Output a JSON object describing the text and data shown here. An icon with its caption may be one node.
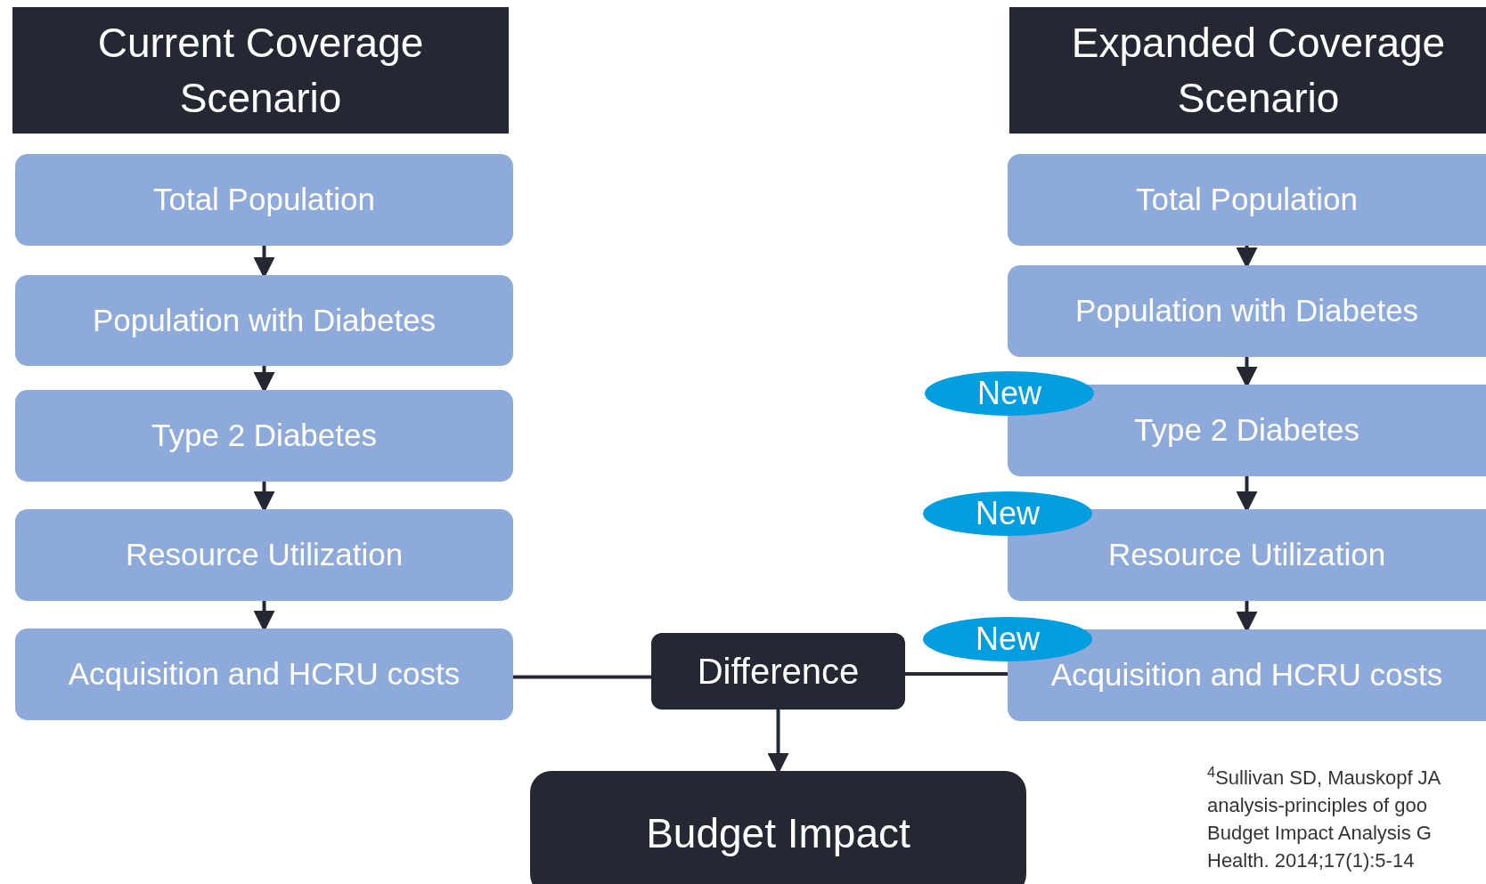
{
  "diagram": {
    "nodes": [
      {
        "text": [
          "Current Coverage Scenario"
        ]
      },
      {
        "text": [
          "Total Population"
        ]
      },
      {
        "text": [
          "Population with Diabetes"
        ]
      },
      {
        "text": [
          "Type 2 Diabetes"
        ]
      },
      {
        "text": [
          "Resource Utilization"
        ]
      },
      {
        "text": [
          "Acquisition and HCRU costs"
        ]
      },
      {
        "text": [
          "Expanded Coverage Scenario"
        ]
      },
      {
        "text": [
          "Total Population"
        ]
      },
      {
        "text": [
          "Population with Diabetes"
        ]
      },
      {
        "text": [
          "New"
        ]
      },
      {
        "text": [
          "Type 2 Diabetes"
        ]
      },
      {
        "text": [
          "New"
        ]
      },
      {
        "text": [
          "Resource Utilization"
        ]
      },
      {
        "text": [
          "New"
        ]
      },
      {
        "text": [
          "Acquisition and HCRU costs"
        ]
      },
      {
        "text": [
          "Difference"
        ]
      },
      {
        "text": [
          "Budget Impact"
        ]
      }
    ],
    "edges": [
      {
        "from": 1,
        "to": 2,
        "arrow": "to"
      },
      {
        "from": 2,
        "to": 3,
        "arrow": "to"
      },
      {
        "from": 3,
        "to": 4,
        "arrow": "to"
      },
      {
        "from": 4,
        "to": 5,
        "arrow": "to"
      },
      {
        "from": 7,
        "to": 8,
        "arrow": "to"
      },
      {
        "from": 8,
        "to": 10,
        "arrow": "to"
      },
      {
        "from": 10,
        "to": 12,
        "arrow": "to"
      },
      {
        "from": 12,
        "to": 14,
        "arrow": "to"
      },
      {
        "from": 5,
        "to": 15,
        "arrow": "none"
      },
      {
        "from": 15,
        "to": 14,
        "arrow": "none"
      },
      {
        "from": 15,
        "to": 16,
        "arrow": "to"
      }
    ],
    "labels": [
      "$^{4}$Sullivan SD, Mauskopf JA",
      "analysis-principles of goo",
      "Budget Impact Analysis G",
      "Health. 2014;17(1):5-14"
    ]
  }
}
